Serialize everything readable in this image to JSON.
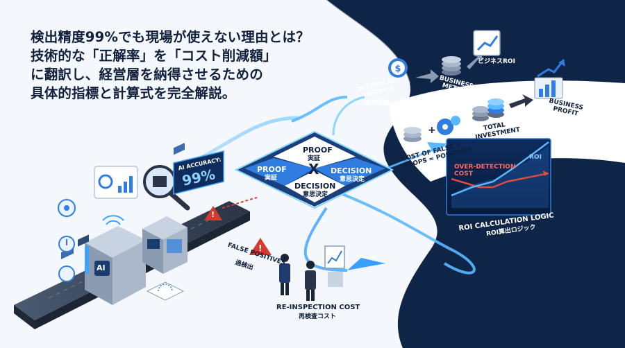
{
  "headline": {
    "line1": "検出精度99%でも現場が使えない理由とは？",
    "line2": "技術的な「正解率」を「コスト削減額」",
    "line3": "に翻訳し、経営層を納得させるための",
    "line4": "具体的指標と計算式を完全解説。"
  },
  "ai_badge": {
    "label": "AI ACCURACY:",
    "value": "99%"
  },
  "machine_label": "AI",
  "diamond": {
    "proof_top": "PROOF",
    "proof_top_jp": "実証",
    "proof_left": "PROOF",
    "proof_left_jp": "実証",
    "decision_right": "DECISION",
    "decision_right_jp": "意思決定",
    "decision_bottom": "DECISION",
    "decision_bottom_jp": "意思決定",
    "center": "X"
  },
  "false_positives": {
    "en": "FALSE POSITIVES",
    "jp": "過検出"
  },
  "reinspection": {
    "en": "RE-INSPECTION COST",
    "jp": "再検査コスト"
  },
  "flow": {
    "technical": {
      "line1": "TECHNICAL",
      "line2": "METRICS",
      "jp": "技術指標"
    },
    "business": {
      "line1": "BUSINESS",
      "line2": "METRICS"
    },
    "roi_jp": "ビジネスROI"
  },
  "investment": {
    "cost_label": "COST OF FALSE + MLOPS = POSITIVES",
    "plus": "+",
    "total_line1": "TOTAL",
    "total_line2": "INVESTMENT",
    "profit_line1": "BUSINESS",
    "profit_line2": "PROFIT"
  },
  "roi_chart": {
    "over_line1": "OVER-DETECTION",
    "over_line2": "COST",
    "roi": "ROI",
    "logic_en": "ROI CALCULATION LOGIC",
    "logic_jp": "ROI算出ロジック"
  },
  "icon_symbols": {
    "dollar": "$",
    "warning": "!"
  },
  "colors": {
    "navy": "#0f2547",
    "accent_blue": "#2f7de1",
    "alert_red": "#d63a2f",
    "glow": "#5ab8ff"
  }
}
